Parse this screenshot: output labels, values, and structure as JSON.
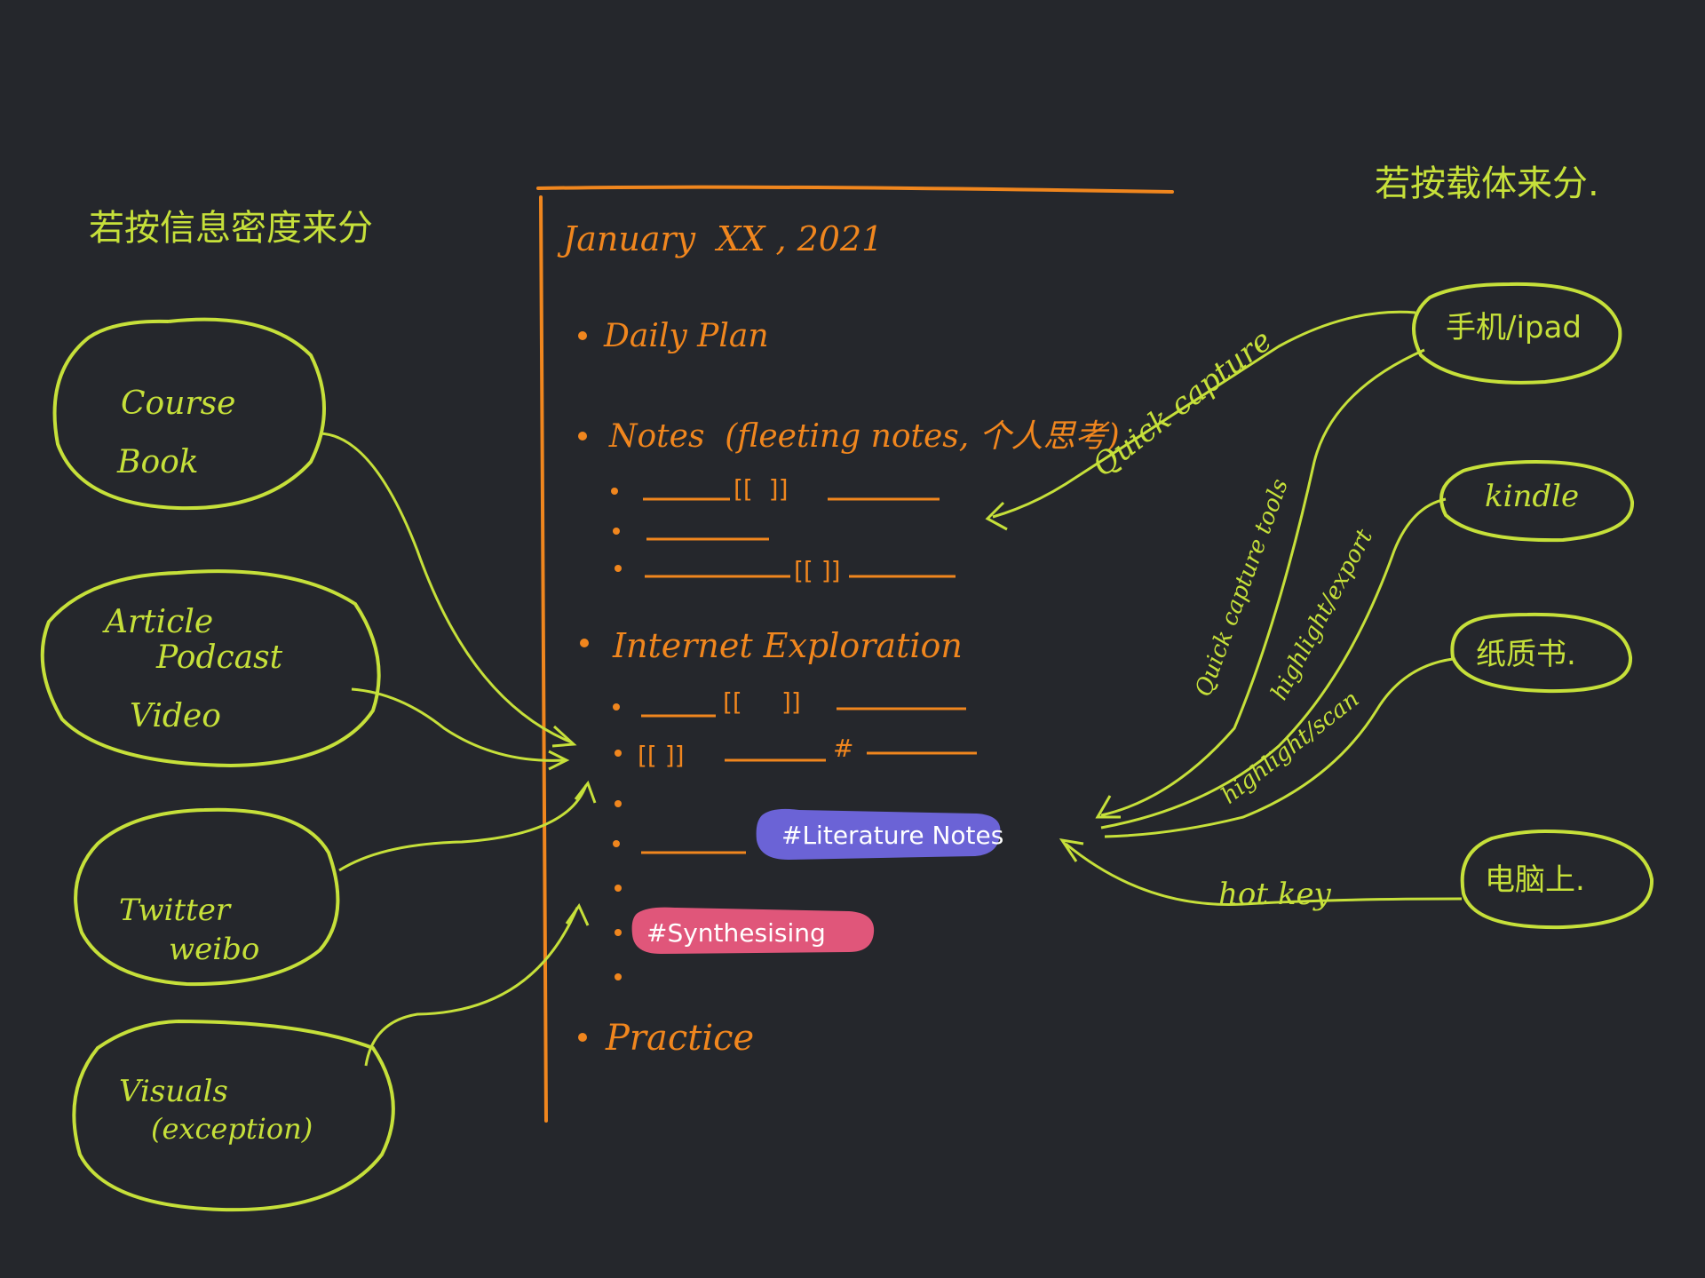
{
  "colors": {
    "background": "#25272c",
    "green": "#c6e03a",
    "orange": "#f0861e",
    "purple_highlight": "#6b63d6",
    "pink_highlight": "#e0567a",
    "white": "#ffffff"
  },
  "left_heading": "若按信息密度来分",
  "right_heading": "若按载体来分.",
  "page": {
    "date": "January  XX , 2021",
    "sections": {
      "daily_plan": "Daily Plan",
      "notes": "Notes  (fleeting notes, 个人思考)",
      "internet": "Internet Exploration",
      "practice": "Practice"
    },
    "brackets": {
      "n1": "[[  ]]",
      "n3": "[[ ]]",
      "i1a": "[[",
      "i1b": "]]",
      "i2": "[[ ]]",
      "hash": "#"
    },
    "tags": {
      "literature": "#Literature Notes",
      "synthesising": "#Synthesising"
    }
  },
  "sources": {
    "course": "Course",
    "book": "Book",
    "article": "Article",
    "podcast": "Podcast",
    "video": "Video",
    "twitter": "Twitter",
    "weibo": "weibo",
    "visuals": "Visuals",
    "exception": "(exception)"
  },
  "carriers": {
    "phone": "手机/ipad",
    "kindle": "kindle",
    "paper": "纸质书.",
    "computer": "电脑上."
  },
  "arrow_labels": {
    "quick_capture": "Quick capture",
    "quick_capture_tools": "Quick capture tools",
    "highlight_export": "highlight/export",
    "highlight_scan": "highlight/scan",
    "hot_key": "hot key"
  }
}
